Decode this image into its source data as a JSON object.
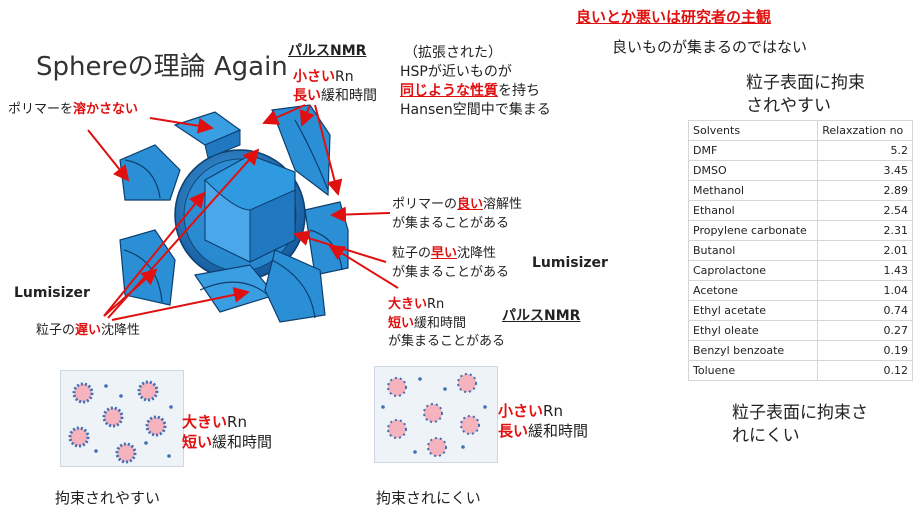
{
  "slide_title": "Sphereの理論 Again",
  "top_right": {
    "heading": "良いとか悪いは研究者の主観",
    "subheading": "良いものが集まるのではない"
  },
  "explanation": {
    "line1": "（拡張された）",
    "line2": "HSPが近いものが",
    "line3_emph": "同じような性質",
    "line3_rest": "を持ち",
    "line4": "Hansen空間中で集まる"
  },
  "labels": {
    "pulse_nmr_top": "パルスNMR",
    "small_rn_top_emph": "小さい",
    "small_rn_top_rest": "Rn",
    "long_relax_top_emph": "長い",
    "long_relax_top_rest": "緩和時間",
    "polymer_insoluble_pre": "ポリマーを",
    "polymer_insoluble_emph": "溶かさない",
    "polymer_good_pre": "ポリマーの",
    "polymer_good_emph": "良い",
    "polymer_good_post": "溶解性",
    "gather_1": "が集まることがある",
    "fast_sed_pre": "粒子の",
    "fast_sed_emph": "早い",
    "fast_sed_post": "沈降性",
    "gather_2": "が集まることがある",
    "lumisizer_right": "Lumisizer",
    "lumisizer_left": "Lumisizer",
    "big_rn_mid_emph": "大きい",
    "big_rn_mid_rest": "Rn",
    "short_relax_mid_emph": "短い",
    "short_relax_mid_rest": "緩和時間",
    "gather_3": "が集まることがある",
    "pulse_nmr_mid": "パルスNMR",
    "slow_sed_pre": "粒子の",
    "slow_sed_emph": "遅い",
    "slow_sed_post": "沈降性"
  },
  "bottom": {
    "left_big_emph": "大きい",
    "left_big_rest": "Rn",
    "left_short_emph": "短い",
    "left_short_rest": "緩和時間",
    "left_caption": "拘束されやすい",
    "mid_small_emph": "小さい",
    "mid_small_rest": "Rn",
    "mid_long_emph": "長い",
    "mid_long_rest": "緩和時間",
    "mid_caption": "拘束されにくい"
  },
  "right_panel": {
    "top_label": "粒子表面に拘束されやすい",
    "bottom_label": "粒子表面に拘束されにくい",
    "columns": [
      "Solvents",
      "Relaxzation no"
    ],
    "rows": [
      [
        "DMF",
        "5.2"
      ],
      [
        "DMSO",
        "3.45"
      ],
      [
        "Methanol",
        "2.89"
      ],
      [
        "Ethanol",
        "2.54"
      ],
      [
        "Propylene carbonate",
        "2.31"
      ],
      [
        "Butanol",
        "2.01"
      ],
      [
        "Caprolactone",
        "1.43"
      ],
      [
        "Acetone",
        "1.04"
      ],
      [
        "Ethyl acetate",
        "0.74"
      ],
      [
        "Ethyl oleate",
        "0.27"
      ],
      [
        "Benzyl benzoate",
        "0.19"
      ],
      [
        "Toluene",
        "0.12"
      ]
    ]
  },
  "colors": {
    "emphasis_red": "#e01010",
    "cube_blue": "#2b8fd6",
    "sphere_blue": "#1b6cb5",
    "particle_pink": "#f5b3bd",
    "particle_dot_blue": "#3f6fb5"
  },
  "icons": [
    "cube-sphere-illustration",
    "dispersion-particles-dense",
    "dispersion-particles-sparse"
  ]
}
